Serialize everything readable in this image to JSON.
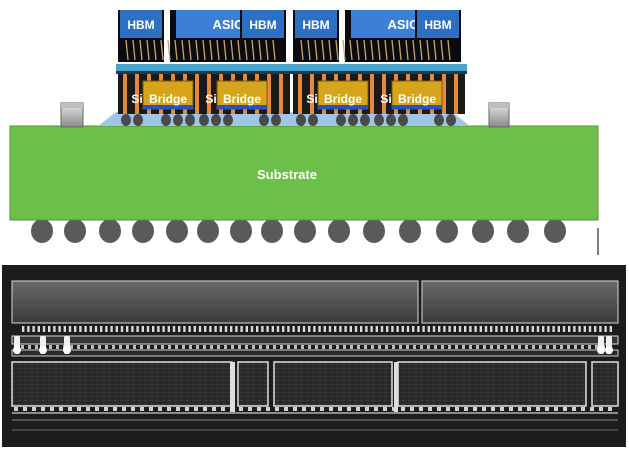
{
  "diagram": {
    "labels": {
      "hbm": "HBM",
      "asic": "ASIC",
      "si": "Si",
      "bridge": "Bridge",
      "substrate": "Substrate"
    },
    "colors": {
      "substrate": "#6cc04a",
      "substrate_edge": "#4f8f35",
      "hbm_top": "#2c6fc4",
      "asic_top": "#3b7fd6",
      "die_dark": "#0b0b0f",
      "interposer": "#1a1a1a",
      "copper": "#e8883a",
      "bridge": "#d6a51c",
      "redistribution": "#4aa3c8",
      "underfill": "#9ec6e6",
      "bump": "#4a4a4a",
      "ball": "#5a5a5a",
      "xsection_bg": "#1c1c1c"
    },
    "icons": {
      "solder_ball": "ball-icon",
      "micro_bump": "bump-icon",
      "capacitor": "capacitor-icon"
    }
  }
}
